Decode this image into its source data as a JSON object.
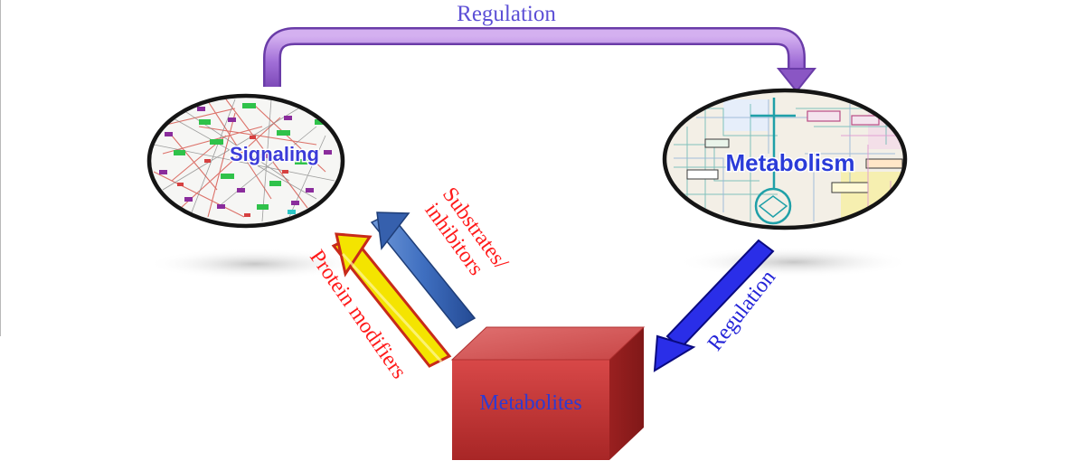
{
  "top_arrow": {
    "label": "Regulation",
    "color": "#9a66cc"
  },
  "signaling": {
    "label": "Signaling",
    "color": "#3b3bd8"
  },
  "metabolism": {
    "label": "Metabolism",
    "color": "#2a3bd8"
  },
  "metabolites": {
    "label": "Metabolites",
    "color": "#2e3ad0",
    "box_color": "#c23a3a"
  },
  "protein_modifiers": {
    "label": "Protein modifiers",
    "color": "#ff1a1a"
  },
  "substrates_inhibitors": {
    "line1": "Substrates/",
    "line2": "inhibitors",
    "color": "#ff1a1a"
  },
  "metabolism_regulation": {
    "label": "Regulation",
    "color": "#2424d8"
  }
}
